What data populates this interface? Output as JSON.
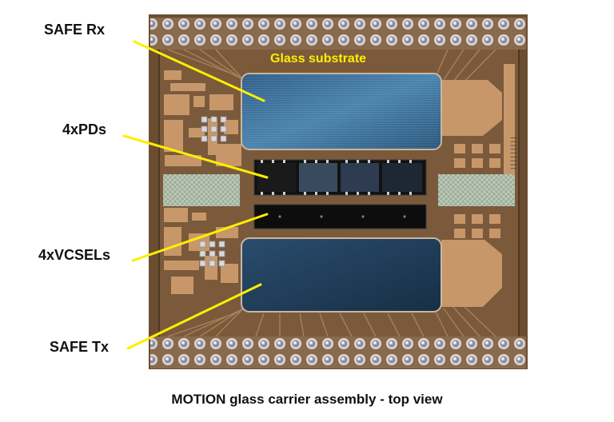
{
  "annotations": {
    "safe_rx": "SAFE Rx",
    "pds": "4xPDs",
    "vcsels": "4xVCSELs",
    "safe_tx": "SAFE Tx",
    "glass_substrate": "Glass substrate"
  },
  "caption": "MOTION glass carrier assembly - top view",
  "colors": {
    "substrate": "#6b4e31",
    "copper": "#c7976a",
    "rx_die": "#3e6d95",
    "tx_die": "#203c58",
    "pd_array": "#121212",
    "pointer": "#ffee00",
    "highlight_text": "#ffee00"
  }
}
